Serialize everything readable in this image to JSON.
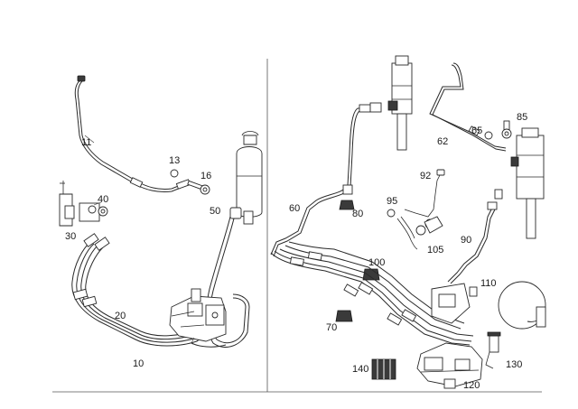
{
  "diagram": {
    "left_panel_labels": {
      "p11": "11",
      "p13": "13",
      "p16": "16",
      "p40": "40",
      "p30": "30",
      "p50": "50",
      "p20": "20",
      "p10": "10"
    },
    "right_panel_labels": {
      "p62": "62",
      "p65": "65",
      "p85": "85",
      "p92": "92",
      "p95": "95",
      "p60": "60",
      "p80": "80",
      "p105": "105",
      "p90": "90",
      "p100": "100",
      "p110": "110",
      "p70": "70",
      "p140": "140",
      "p130": "130",
      "p120": "120"
    },
    "colors": {
      "line": "#2a2a2a",
      "background": "#ffffff"
    }
  }
}
